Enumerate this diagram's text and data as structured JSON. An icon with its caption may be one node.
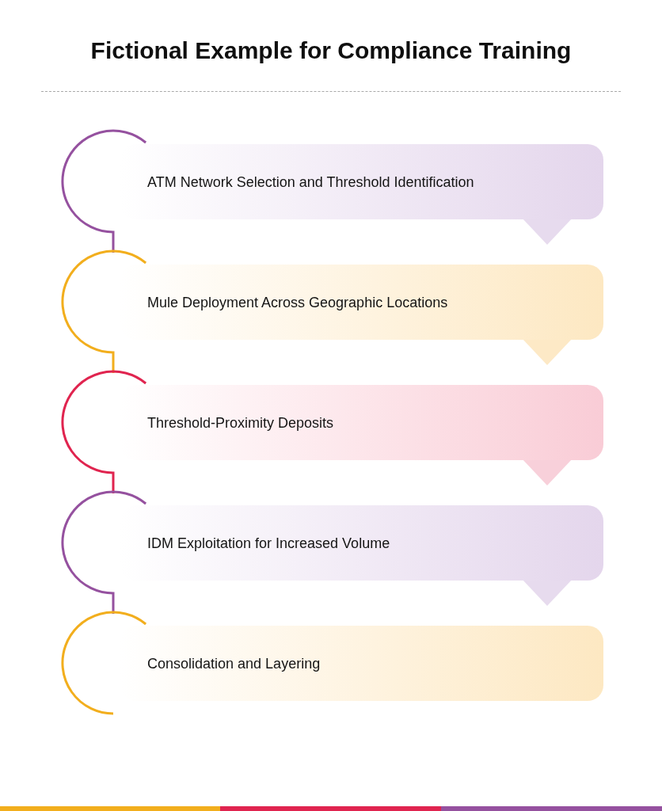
{
  "diagram": {
    "title": "Fictional Example for Compliance Training",
    "nodes": [
      {
        "text": [
          "ATM Network Selection and Threshold Identification"
        ]
      },
      {
        "text": [
          "Mule Deployment Across Geographic Locations"
        ]
      },
      {
        "text": [
          "Threshold-Proximity Deposits"
        ]
      },
      {
        "text": [
          "IDM Exploitation for Increased Volume"
        ]
      },
      {
        "text": [
          "Consolidation and Layering"
        ]
      }
    ]
  }
}
